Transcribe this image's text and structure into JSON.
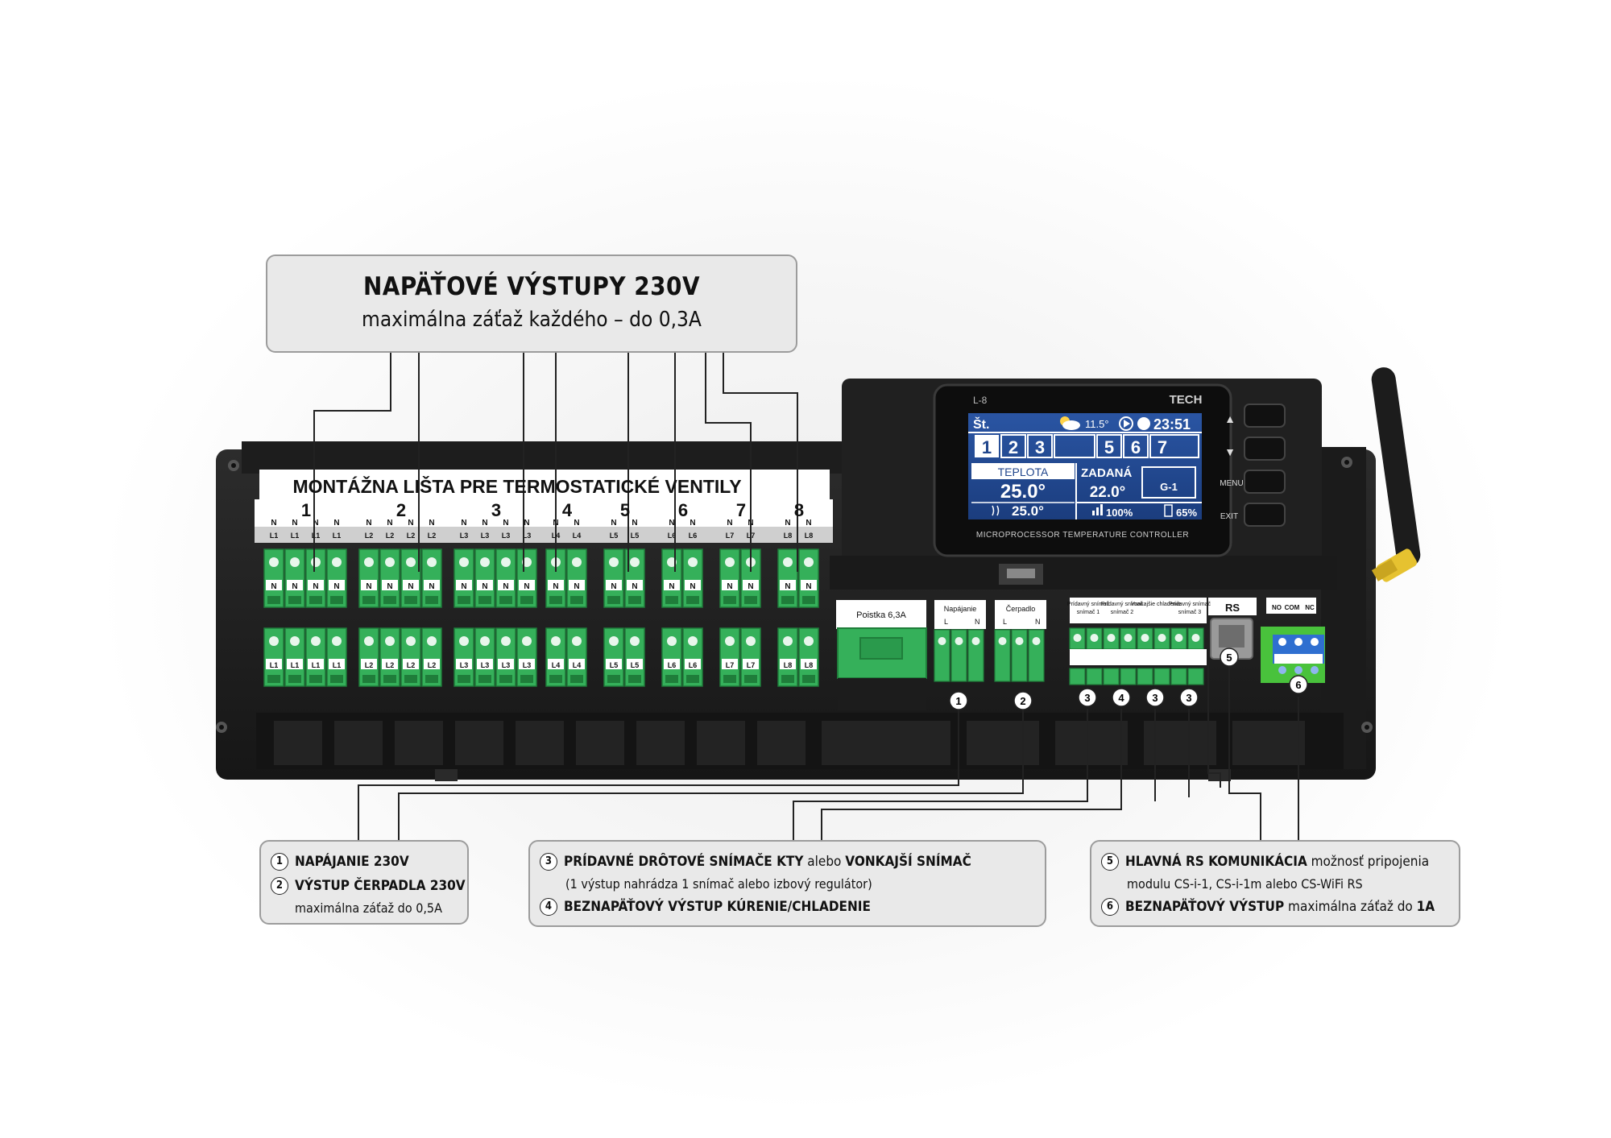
{
  "colors": {
    "body": "#222222",
    "terminal_green": "#35b05a",
    "terminal_green_dark": "#1f7d3a",
    "lcd_blue": "#21468c",
    "relay_blue": "#2f6fd0",
    "pcb_green": "#49c23c",
    "antenna_connector": "#e6c230",
    "callout_bg": "#e9e9e9"
  },
  "top_callout": {
    "title": "NAPÄŤOVÉ VÝSTUPY 230V",
    "subtitle": "maximálna záťaž každého – do 0,3A"
  },
  "strip": {
    "label": "MONTÁŽNA LIŠTA PRE TERMOSTATICKÉ VENTILY",
    "zones": [
      "1",
      "2",
      "3",
      "4",
      "5",
      "6",
      "7",
      "8"
    ],
    "n_label": "N",
    "l_labels": [
      "L1",
      "L2",
      "L3",
      "L4",
      "L5",
      "L6",
      "L7",
      "L8"
    ]
  },
  "controller": {
    "model": "L-8",
    "brand": "TECH",
    "caption": "MICROPROCESSOR TEMPERATURE CONTROLLER",
    "buttons": {
      "up": "▲",
      "down": "▼",
      "menu": "MENU",
      "exit": "EXIT"
    },
    "lcd": {
      "day": "Št.",
      "outdoor_temp": "11.5°",
      "time": "23:51",
      "zones": [
        "1",
        "2",
        "3",
        "",
        "5",
        "6",
        "7"
      ],
      "teplota_label": "TEPLOTA",
      "teplota_value": "25.0°",
      "floor_value": "25.0°",
      "zadana_label": "ZADANÁ",
      "zadana_value": "22.0°",
      "mode": "G-1",
      "signal": "100%",
      "battery": "65%"
    }
  },
  "io_labels": {
    "fuse": "Poistka 6,3A",
    "supply": "Napájanie",
    "pump": "Čerpadlo",
    "L": "L",
    "N": "N",
    "sensor": "Prídavný snímač",
    "sensor_1": "Prídavný snímač 1",
    "sensor_2": "Prídavný snímač 2",
    "sensor_3": "Prídavný snímač 3",
    "outdoor": "Vonkajšie chladenie",
    "rs": "RS",
    "no": "NO",
    "com": "COM",
    "nc": "NC"
  },
  "markers": {
    "m1": "1",
    "m2": "2",
    "m3": "3",
    "m4": "4",
    "m5": "5",
    "m6": "6"
  },
  "callout_left": {
    "n1": "1",
    "t1": "NAPÁJANIE 230V",
    "n2": "2",
    "t2": "VÝSTUP ČERPADLA 230V",
    "t2_sub": "maximálna záťaž do 0,5A"
  },
  "callout_mid": {
    "n3": "3",
    "t3_bold": "PRÍDAVNÉ DRÔTOVÉ SNÍMAČE KTY",
    "t3_mid": " alebo ",
    "t3_bold2": "VONKAJŠÍ SNÍMAČ",
    "t3_sub": "(1 výstup nahrádza 1 snímač alebo izbový regulátor)",
    "n4": "4",
    "t4": "BEZNAPÄŤOVÝ VÝSTUP KÚRENIE/CHLADENIE"
  },
  "callout_right": {
    "n5": "5",
    "t5_bold": "HLAVNÁ RS KOMUNIKÁCIA",
    "t5_rest": " možnosť pripojenia",
    "t5_sub": "modulu CS-i-1, CS-i-1m alebo CS-WiFi RS",
    "n6": "6",
    "t6_bold": "BEZNAPÄŤOVÝ VÝSTUP",
    "t6_rest": " maximálna záťaž do ",
    "t6_bold2": "1A"
  }
}
